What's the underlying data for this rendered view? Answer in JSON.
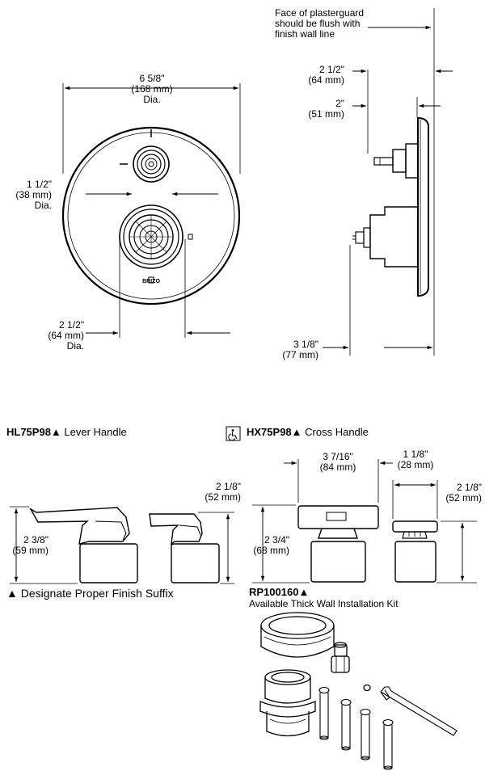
{
  "front_view": {
    "width_dim": [
      "6 5/8\"",
      "(168 mm)",
      "Dia."
    ],
    "small_knob_dim": [
      "1 1/2\"",
      "(38 mm)",
      "Dia."
    ],
    "large_knob_dim": [
      "2 1/2\"",
      "(64 mm)",
      "Dia."
    ],
    "brand": "BRIZO"
  },
  "side_view": {
    "plasterguard_note": [
      "Face of plasterguard",
      "should be flush with",
      "finish wall line"
    ],
    "depth_a": [
      "2 1/2\"",
      "(64 mm)"
    ],
    "depth_b": [
      "2\"",
      "(51 mm)"
    ],
    "depth_c": [
      "3 1/8\"",
      "(77 mm)"
    ]
  },
  "lever_handle": {
    "model": "HL75P98",
    "symbol": "▲",
    "name": " Lever Handle",
    "height_left": [
      "2 3/8\"",
      "(59 mm)"
    ],
    "height_right": [
      "2 1/8\"",
      "(52 mm)"
    ]
  },
  "cross_handle": {
    "ada_icon": "accessibility-icon",
    "model": "HX75P98",
    "symbol": "▲",
    "name": " Cross Handle",
    "width_large": [
      "3 7/16\"",
      "(84 mm)"
    ],
    "width_small": [
      "1 1/8\"",
      "(28 mm)"
    ],
    "height_left": [
      "2 3/4\"",
      "(68 mm)"
    ],
    "height_right": [
      "2 1/8\"",
      "(52 mm)"
    ]
  },
  "finish_note": "▲ Designate Proper Finish Suffix",
  "kit": {
    "model": "RP100160",
    "symbol": "▲",
    "description": "Available Thick Wall Installation Kit"
  }
}
